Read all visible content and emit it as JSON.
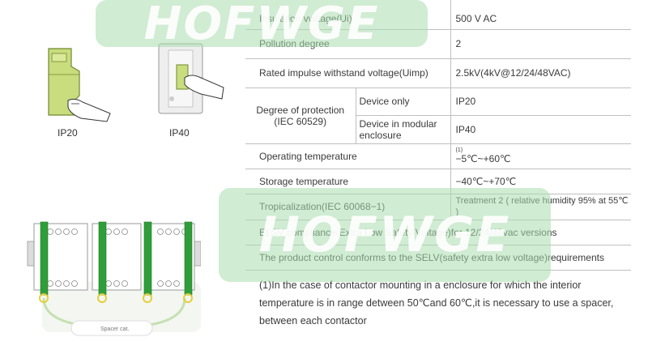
{
  "watermark": "HOFWGE",
  "ip20_label": "IP20",
  "ip40_label": "IP40",
  "spacer_label": "Spacer cat.",
  "spec": {
    "insulation_label": "Insulation vwltage(Ui)",
    "insulation_value": "500 V AC",
    "pollution_label": "Pollution degree",
    "pollution_value": "2",
    "impulse_label": "Rated impulse withstand voltage(Uimp)",
    "impulse_value": "2.5kV(4kV@12/24/48VAC)",
    "protection_label_1": "Degree of protection",
    "protection_label_2": "(IEC 60529)",
    "device_only_label": "Device only",
    "device_only_value": "IP20",
    "modular_label_1": "Device in modular",
    "modular_label_2": "enclosure",
    "modular_value": "IP40",
    "operating_label": "Operating temperature",
    "operating_note_marker": "(1)",
    "operating_value": "−5℃~+60℃",
    "storage_label": "Storage temperature",
    "storage_value": "−40℃~+70℃",
    "tropical_label": "Tropicalization(IEC 60068−1)",
    "tropical_value": "Treatment 2 ( relative humidity 95% at 55℃ )",
    "elsv_text": "ELSV compliance(Extra Low Safety Voltage)for 12/24/48vac versions",
    "selv_text": "The product control conforms to the SELV(safety extra low voltage)requirements"
  },
  "note": {
    "line1": "(1)In the case of contactor mounting in a enclosure for which the interior",
    "line2": "temperature is in range detween 50℃and 60℃,it is necessary to use a spacer,",
    "line3": "between each contactor"
  }
}
